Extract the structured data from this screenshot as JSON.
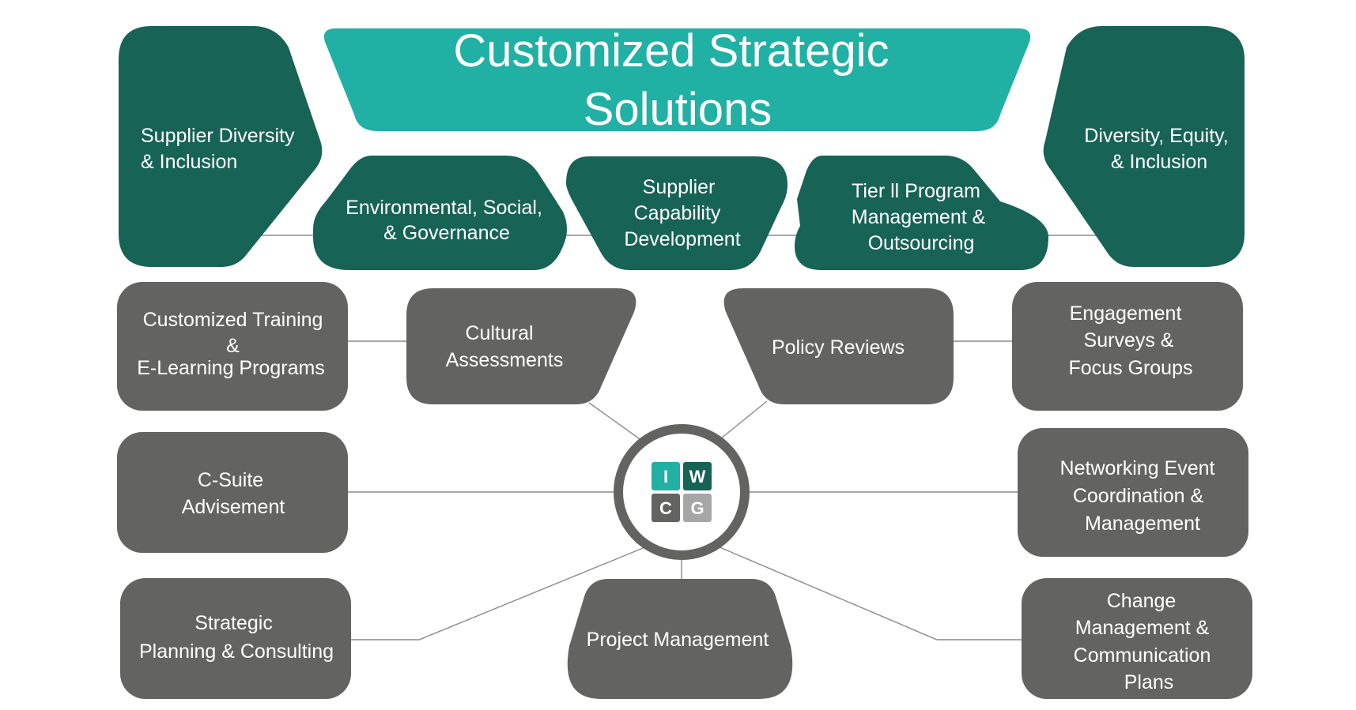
{
  "title": [
    "Customized Strategic",
    "Solutions"
  ],
  "colors": {
    "teal_dark": "#176356",
    "teal_light": "#20b0a4",
    "gray": "#636362",
    "logo_light_gray": "#a6a6a6"
  },
  "logo": {
    "letters": [
      "I",
      "W",
      "C",
      "G"
    ]
  },
  "nodes": {
    "supplier_diversity": [
      "Supplier Diversity",
      "& Inclusion"
    ],
    "dei": [
      "Diversity, Equity,",
      "& Inclusion"
    ],
    "esg": [
      "Environmental, Social,",
      "& Governance"
    ],
    "supplier_capability": [
      "Supplier",
      "Capability",
      "Development"
    ],
    "tier2": [
      "Tier ll Program",
      "Management &",
      "Outsourcing"
    ],
    "training": [
      "Customized Training",
      "&",
      "E-Learning Programs"
    ],
    "cultural": [
      "Cultural",
      "Assessments"
    ],
    "policy": [
      "Policy Reviews"
    ],
    "engagement": [
      "Engagement",
      "Surveys &",
      "Focus Groups"
    ],
    "csuite": [
      "C-Suite",
      "Advisement"
    ],
    "networking": [
      "Networking Event",
      "Coordination &",
      "Management"
    ],
    "strategic": [
      "Strategic",
      "Planning & Consulting"
    ],
    "project": [
      "Project Management"
    ],
    "change": [
      "Change",
      "Management &",
      "Communication",
      "Plans"
    ]
  }
}
